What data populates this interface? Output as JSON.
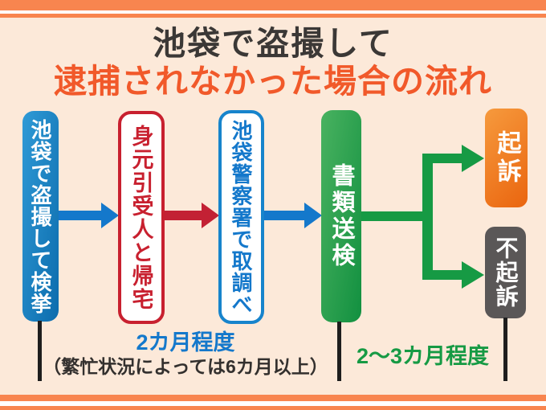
{
  "title": {
    "line1": "池袋で盗撮して",
    "line2": "逮捕されなかった場合の流れ"
  },
  "flow": {
    "steps": [
      {
        "label": "池袋で盗撮して検挙"
      },
      {
        "label": "身元引受人と帰宅"
      },
      {
        "label": "池袋警察署で取調べ"
      },
      {
        "label": "書類送検"
      }
    ],
    "outcomes": [
      {
        "label": "起訴"
      },
      {
        "label": "不起訴"
      }
    ],
    "durations": [
      {
        "label": "2カ月程度",
        "note": "（繁忙状況によっては6カ月以上）"
      },
      {
        "label": "2〜3カ月程度"
      }
    ]
  },
  "colors": {
    "background": "#FCE9D9",
    "stripe_orange": "#F8854F",
    "title_text": "#3B3836",
    "title_accent": "#F1592A",
    "blue": "#1478CB",
    "red": "#C8202F",
    "green": "#169A44",
    "prosecution_orange": "#EA650F",
    "non_prosecution_gray": "#5A5757",
    "tick_black": "#1E1E1E"
  }
}
